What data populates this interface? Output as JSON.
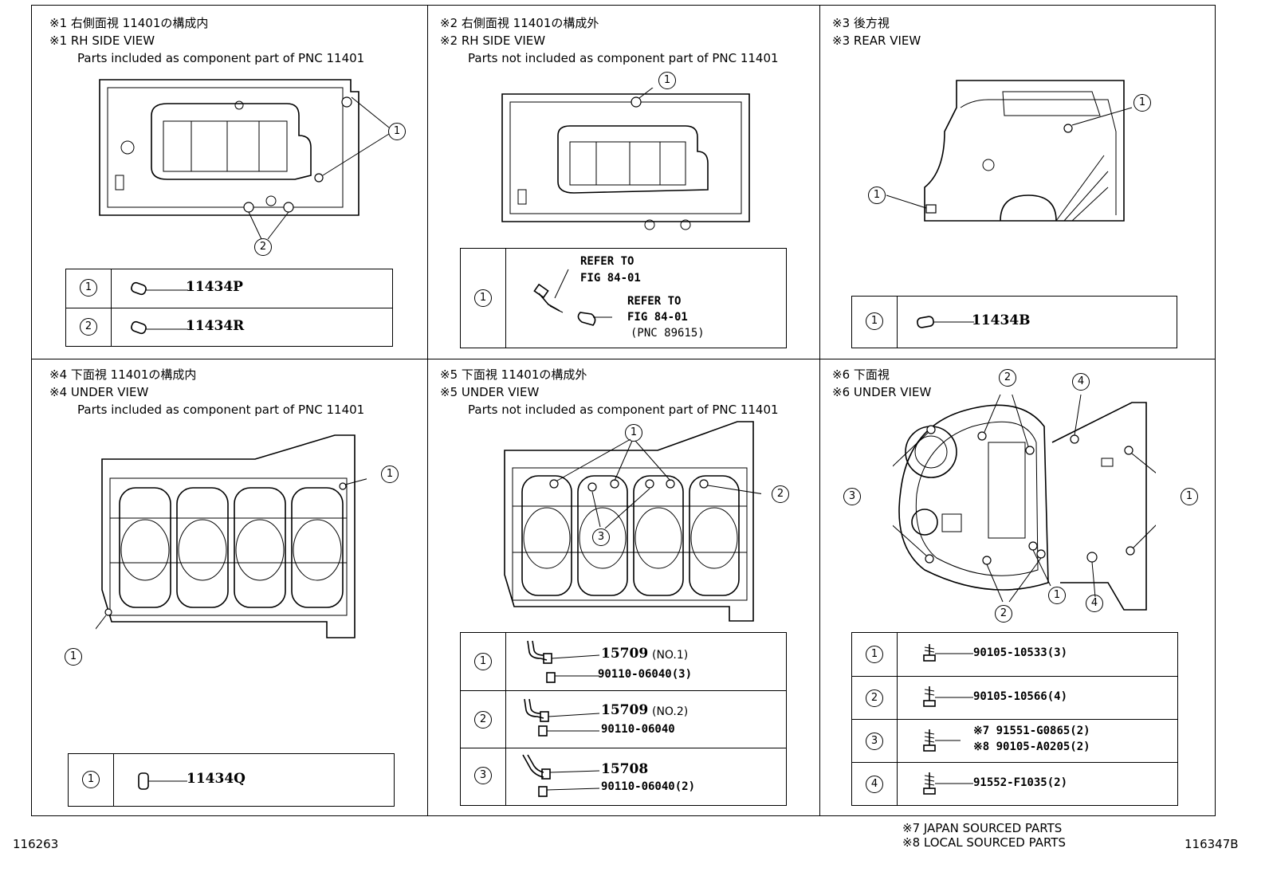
{
  "panels": [
    {
      "id": "p1",
      "jp": "※1 右側面視 11401の構成内",
      "en": "※1 RH SIDE VIEW",
      "note": "Parts included as component part of PNC 11401",
      "rows": [
        {
          "num": "1",
          "part": "11434P"
        },
        {
          "num": "2",
          "part": "11434R"
        }
      ]
    },
    {
      "id": "p2",
      "jp": "※2 右側面視 11401の構成外",
      "en": "※2 RH SIDE VIEW",
      "note": "Parts not included as component part of PNC 11401",
      "rows": [
        {
          "num": "1",
          "refer1": "REFER TO",
          "fig1": "FIG 84-01",
          "refer2": "REFER TO",
          "fig2": "FIG 84-01",
          "pnc": "(PNC 89615)"
        }
      ]
    },
    {
      "id": "p3",
      "jp": "※3 後方視",
      "en": "※3 REAR VIEW",
      "rows": [
        {
          "num": "1",
          "part": "11434B"
        }
      ]
    },
    {
      "id": "p4",
      "jp": "※4 下面視 11401の構成内",
      "en": "※4 UNDER VIEW",
      "note": "Parts included as component part of PNC 11401",
      "rows": [
        {
          "num": "1",
          "part": "11434Q"
        }
      ]
    },
    {
      "id": "p5",
      "jp": "※5 下面視 11401の構成外",
      "en": "※5 UNDER VIEW",
      "note": "Parts not included as component part of PNC 11401",
      "rows": [
        {
          "num": "1",
          "part": "15709",
          "suffix": "(NO.1)",
          "bolt": "90110-06040(3)"
        },
        {
          "num": "2",
          "part": "15709",
          "suffix": "(NO.2)",
          "bolt": "90110-06040"
        },
        {
          "num": "3",
          "part": "15708",
          "suffix": "",
          "bolt": "90110-06040(2)"
        }
      ]
    },
    {
      "id": "p6",
      "jp": "※6 下面視",
      "en": "※6 UNDER VIEW",
      "rows": [
        {
          "num": "1",
          "part": "90105-10533(3)"
        },
        {
          "num": "2",
          "part": "90105-10566(4)"
        },
        {
          "num": "3",
          "part_a": "※7 91551-G0865(2)",
          "part_b": "※8 90105-A0205(2)"
        },
        {
          "num": "4",
          "part": "91552-F1035(2)"
        }
      ]
    }
  ],
  "callouts": {
    "c1": "1",
    "c2": "2",
    "c3": "3",
    "c4": "4"
  },
  "footer": {
    "left_id": "116263",
    "right_id": "116347B",
    "note7": "※7 JAPAN SOURCED PARTS",
    "note8": "※8 LOCAL SOURCED PARTS"
  }
}
